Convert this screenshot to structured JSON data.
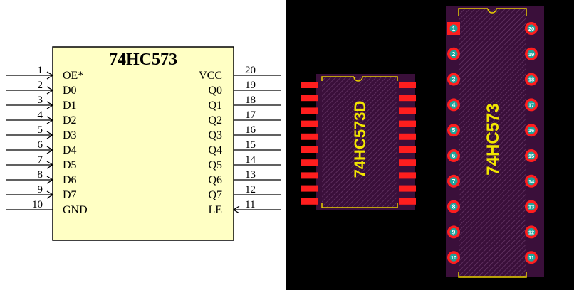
{
  "schematic": {
    "title": "74HC573",
    "left_pins": [
      {
        "num": "1",
        "name": "OE*"
      },
      {
        "num": "2",
        "name": "D0"
      },
      {
        "num": "3",
        "name": "D1"
      },
      {
        "num": "4",
        "name": "D2"
      },
      {
        "num": "5",
        "name": "D3"
      },
      {
        "num": "6",
        "name": "D4"
      },
      {
        "num": "7",
        "name": "D5"
      },
      {
        "num": "8",
        "name": "D6"
      },
      {
        "num": "9",
        "name": "D7"
      },
      {
        "num": "10",
        "name": "GND"
      }
    ],
    "right_pins": [
      {
        "num": "20",
        "name": "VCC"
      },
      {
        "num": "19",
        "name": "Q0"
      },
      {
        "num": "18",
        "name": "Q1"
      },
      {
        "num": "17",
        "name": "Q2"
      },
      {
        "num": "16",
        "name": "Q3"
      },
      {
        "num": "15",
        "name": "Q4"
      },
      {
        "num": "14",
        "name": "Q5"
      },
      {
        "num": "13",
        "name": "Q6"
      },
      {
        "num": "12",
        "name": "Q7"
      },
      {
        "num": "11",
        "name": "LE"
      }
    ],
    "colors": {
      "body_fill": "#ffffc4",
      "line": "#000000"
    }
  },
  "smd_footprint": {
    "label": "74HC573D",
    "pads_per_side": 10,
    "colors": {
      "pad": "#ff1e1e",
      "body": "#3a0f3a",
      "outline": "#e8d000",
      "label": "#f2e600"
    }
  },
  "dip_footprint": {
    "label": "74HC573",
    "left_pins": [
      "1",
      "2",
      "3",
      "4",
      "5",
      "6",
      "7",
      "8",
      "9",
      "10"
    ],
    "right_pins": [
      "20",
      "19",
      "18",
      "17",
      "16",
      "15",
      "14",
      "13",
      "12",
      "11"
    ],
    "colors": {
      "pad": "#ff1e1e",
      "hole": "#1fa39a",
      "pin_text": "#ffffff",
      "body": "#3a0f3a",
      "outline": "#e8d000",
      "label": "#f2e600",
      "background": "#000000"
    }
  }
}
